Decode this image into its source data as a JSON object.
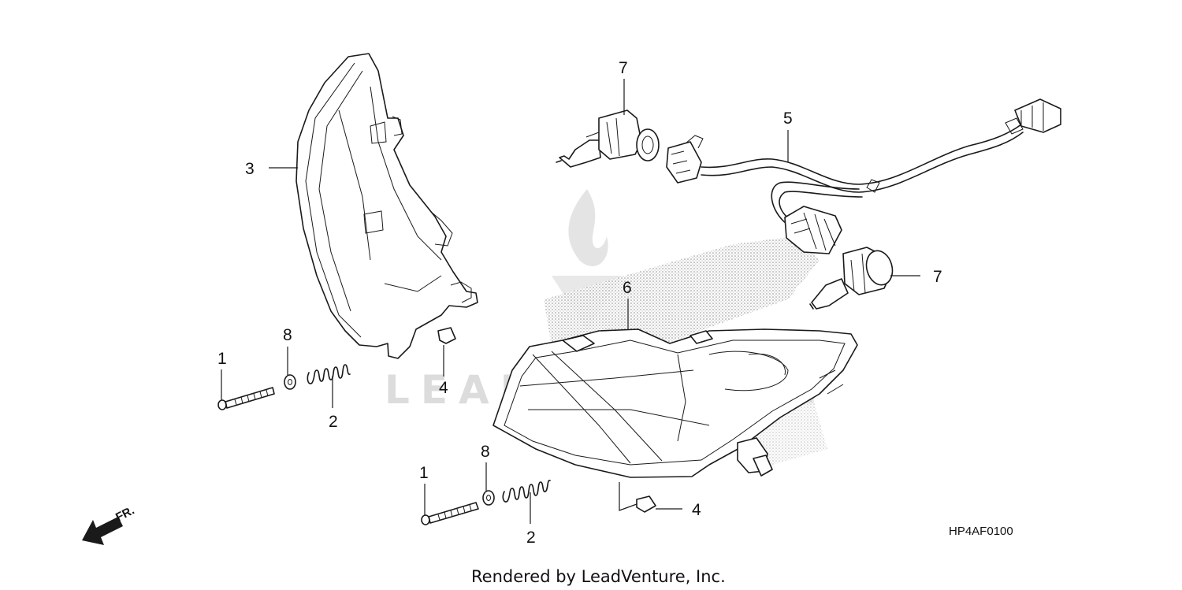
{
  "callouts": {
    "bolt_upper": "1",
    "spring_upper": "2",
    "lens_cover": "3",
    "nut_upper": "4",
    "harness": "5",
    "headlight_unit": "6",
    "bulb_upper": "7",
    "bulb_right": "7",
    "washer_upper": "8",
    "bolt_lower": "1",
    "washer_lower": "8",
    "spring_lower": "2",
    "nut_lower": "4"
  },
  "direction_label": "FR.",
  "reference_code": "HP4AF0100",
  "credit": "Rendered by LeadVenture, Inc.",
  "watermark": "LEADVENTURE"
}
